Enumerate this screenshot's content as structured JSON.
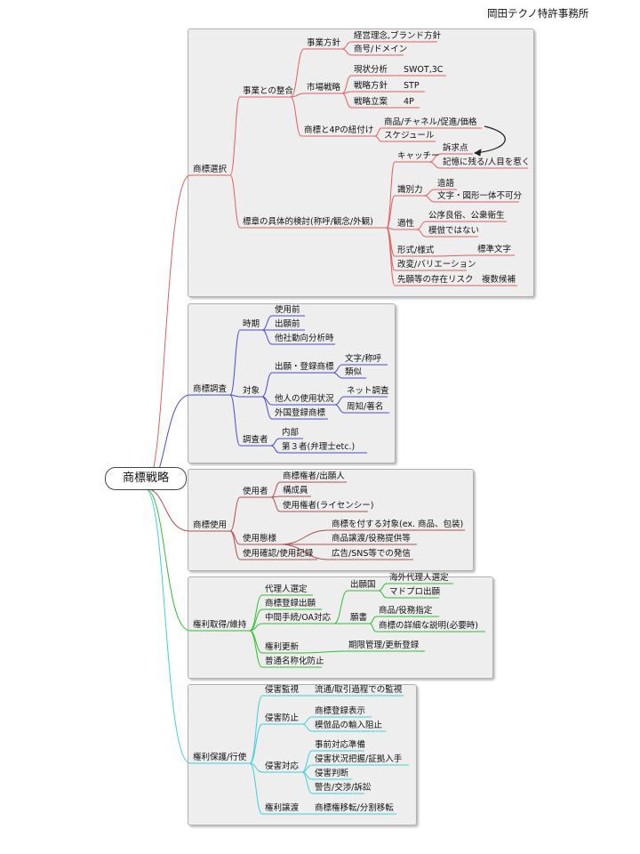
{
  "header": "岡田テクノ特許事務所",
  "root": "商標戦略",
  "colors": {
    "branch1": "#e06060",
    "branch2": "#4a4ad0",
    "branch3": "#b05050",
    "branch4": "#30c030",
    "branch5": "#40d0d8"
  },
  "branches": [
    {
      "label": "商標選択",
      "children": [
        {
          "label": "事業との整合",
          "children": [
            {
              "label": "事業方針",
              "children": [
                {
                  "label": "経営理念,ブランド方針"
                },
                {
                  "label": "商号/ドメイン"
                }
              ]
            },
            {
              "label": "市場戦略",
              "children": [
                {
                  "label": "現状分析",
                  "children": [
                    {
                      "label": "SWOT,3C"
                    }
                  ]
                },
                {
                  "label": "戦略方針",
                  "children": [
                    {
                      "label": "STP"
                    }
                  ]
                },
                {
                  "label": "戦略立案",
                  "children": [
                    {
                      "label": "4P"
                    }
                  ]
                }
              ]
            },
            {
              "label": "商標と4Pの紐付け",
              "children": [
                {
                  "label": "商品/チャネル/促進/価格"
                },
                {
                  "label": "スケジュール"
                }
              ]
            }
          ]
        },
        {
          "label": "標章の具体的検討(称呼/観念/外観)",
          "children": [
            {
              "label": "キャッチー",
              "children": [
                {
                  "label": "訴求点"
                },
                {
                  "label": "記憶に残る/人目を惹く"
                }
              ]
            },
            {
              "label": "識別力",
              "children": [
                {
                  "label": "造語"
                },
                {
                  "label": "文字・図形一体不可分"
                }
              ]
            },
            {
              "label": "適性",
              "children": [
                {
                  "label": "公序良俗、公衆衛生"
                },
                {
                  "label": "模倣ではない"
                }
              ]
            },
            {
              "label": "形式/様式",
              "children": [
                {
                  "label": "標準文字"
                }
              ]
            },
            {
              "label": "改変/バリエーション"
            },
            {
              "label": "先願等の存在リスク",
              "children": [
                {
                  "label": "複数候補"
                }
              ]
            }
          ]
        }
      ]
    },
    {
      "label": "商標調査",
      "children": [
        {
          "label": "時期",
          "children": [
            {
              "label": "使用前"
            },
            {
              "label": "出願前"
            },
            {
              "label": "他社動向分析時"
            }
          ]
        },
        {
          "label": "対象",
          "children": [
            {
              "label": "出願・登録商標",
              "children": [
                {
                  "label": "文字/称呼"
                },
                {
                  "label": "類似"
                }
              ]
            },
            {
              "label": "他人の使用状況",
              "children": [
                {
                  "label": "ネット調査"
                },
                {
                  "label": "周知/著名"
                }
              ]
            },
            {
              "label": "外国登録商標"
            }
          ]
        },
        {
          "label": "調査者",
          "children": [
            {
              "label": "内部"
            },
            {
              "label": "第３者(弁理士etc.)"
            }
          ]
        }
      ]
    },
    {
      "label": "商標使用",
      "children": [
        {
          "label": "使用者",
          "children": [
            {
              "label": "商標権者/出願人"
            },
            {
              "label": "構成員"
            },
            {
              "label": "使用権者(ライセンシー)"
            }
          ]
        },
        {
          "label": "使用態様",
          "children": [
            {
              "label": "商標を付する対象(ex. 商品、包装)"
            },
            {
              "label": "商品譲渡/役務提供等"
            },
            {
              "label": "広告/SNS等での発信"
            }
          ]
        },
        {
          "label": "使用確認/使用記録"
        }
      ]
    },
    {
      "label": "権利取得/維持",
      "children": [
        {
          "label": "代理人選定"
        },
        {
          "label": "商標登録出願"
        },
        {
          "label": "中間手続/OA対応",
          "children": [
            {
              "label": "出願国",
              "children": [
                {
                  "label": "海外代理人選定"
                },
                {
                  "label": "マドプロ出願"
                }
              ]
            },
            {
              "label": "願書",
              "children": [
                {
                  "label": "商品/役務指定"
                },
                {
                  "label": "商標の詳細な説明(必要時)"
                }
              ]
            }
          ]
        },
        {
          "label": "権利更新",
          "children": [
            {
              "label": "期限管理/更新登録"
            }
          ]
        },
        {
          "label": "普通名称化防止"
        }
      ]
    },
    {
      "label": "権利保護/行使",
      "children": [
        {
          "label": "侵害監視",
          "children": [
            {
              "label": "流通/取引過程での監視"
            }
          ]
        },
        {
          "label": "侵害防止",
          "children": [
            {
              "label": "商標登録表示"
            },
            {
              "label": "模倣品の輸入阻止"
            }
          ]
        },
        {
          "label": "侵害対応",
          "children": [
            {
              "label": "事前対応準備"
            },
            {
              "label": "侵害状況把握/証拠入手"
            },
            {
              "label": "侵害判断"
            },
            {
              "label": "警告/交渉/訴訟"
            }
          ]
        },
        {
          "label": "権利譲渡",
          "children": [
            {
              "label": "商標権移転/分割移転"
            }
          ]
        }
      ]
    }
  ]
}
